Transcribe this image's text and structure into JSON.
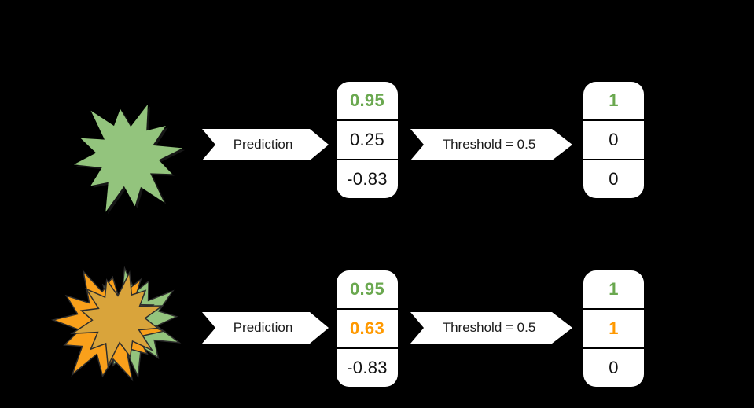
{
  "background": "#000000",
  "palette": {
    "green_text": "#6AA84F",
    "orange_text": "#FF9900",
    "green_star": "#93C47D",
    "orange_star": "#F9A01B",
    "mustard_star": "#D9A43B",
    "box_fill": "#FFFFFF",
    "dark_text": "#1A1A1A",
    "star_outline": "#2D2D2D"
  },
  "rows": [
    {
      "id": "single-label",
      "shape": "green-starburst",
      "prediction_arrow_label": "Prediction",
      "threshold_arrow_label": "Threshold = 0.5",
      "scores": [
        {
          "value": "0.95",
          "style": "green"
        },
        {
          "value": "0.25",
          "style": "plain"
        },
        {
          "value": "-0.83",
          "style": "plain"
        }
      ],
      "outputs": [
        {
          "value": "1",
          "style": "green"
        },
        {
          "value": "0",
          "style": "plain"
        },
        {
          "value": "0",
          "style": "plain"
        }
      ]
    },
    {
      "id": "multi-label",
      "shape": "overlapping-orange-green-mustard-starbursts",
      "prediction_arrow_label": "Prediction",
      "threshold_arrow_label": "Threshold = 0.5",
      "scores": [
        {
          "value": "0.95",
          "style": "green"
        },
        {
          "value": "0.63",
          "style": "orange"
        },
        {
          "value": "-0.83",
          "style": "plain"
        }
      ],
      "outputs": [
        {
          "value": "1",
          "style": "green"
        },
        {
          "value": "1",
          "style": "orange"
        },
        {
          "value": "0",
          "style": "plain"
        }
      ]
    }
  ]
}
